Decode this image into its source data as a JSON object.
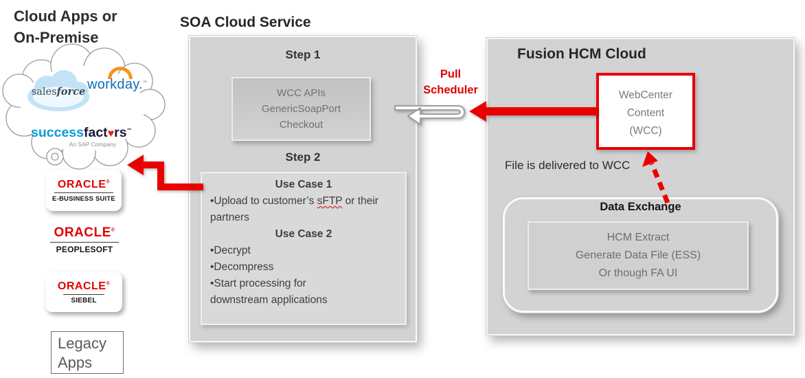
{
  "left_column": {
    "heading": {
      "line1": "Cloud Apps or",
      "line2": "On-Premise"
    },
    "cloud_logos": {
      "salesforce": {
        "part1": "sales",
        "part2": "force"
      },
      "workday": {
        "text": "workday.",
        "tm": "™"
      },
      "successfactors": {
        "part1": "success",
        "part2": "fact",
        "heart": "♥",
        "part3": "rs",
        "tm": "™",
        "tagline": "An SAP Company"
      }
    },
    "oracle_products": [
      {
        "brand": "ORACLE",
        "reg": "®",
        "sub": "E-BUSINESS SUITE"
      },
      {
        "brand": "ORACLE",
        "reg": "®",
        "sub": "PEOPLESOFT"
      },
      {
        "brand": "ORACLE",
        "reg": "®",
        "sub": "SIEBEL"
      }
    ],
    "legacy_apps_label": "Legacy Apps"
  },
  "soa": {
    "title": "SOA Cloud Service",
    "step1": {
      "label": "Step 1",
      "lines": [
        "WCC APIs",
        "GenericSoapPort",
        "Checkout"
      ]
    },
    "step2": {
      "label": "Step 2",
      "use_case_1": {
        "title": "Use Case 1",
        "bullet_pre": "•Upload to customer’s ",
        "bullet_word": "sFTP",
        "bullet_post": " or their partners"
      },
      "use_case_2": {
        "title": "Use Case 2",
        "bullets": [
          "•Decrypt",
          "•Decompress",
          "•Start processing for downstream applications"
        ]
      }
    }
  },
  "connector": {
    "pull_scheduler": {
      "line1": "Pull",
      "line2": "Scheduler"
    }
  },
  "fusion": {
    "title": "Fusion HCM Cloud",
    "wcc": {
      "lines": [
        "WebCenter",
        "Content",
        "(WCC)"
      ]
    },
    "file_note": "File is delivered to WCC",
    "data_exchange": {
      "title": "Data Exchange",
      "lines": [
        "HCM Extract",
        "Generate Data File (ESS)",
        "Or though FA UI"
      ]
    }
  },
  "colors": {
    "accent_red": "#e90000",
    "panel_gray": "#d3d3d3",
    "oracle_red": "#e10000",
    "workday_blue": "#0f6db6",
    "workday_orange": "#f7941d",
    "salesforce_cloud_blue": "#c2e3f6",
    "successfactors_blue": "#0a9cd8",
    "heart_red": "#e2231a"
  }
}
